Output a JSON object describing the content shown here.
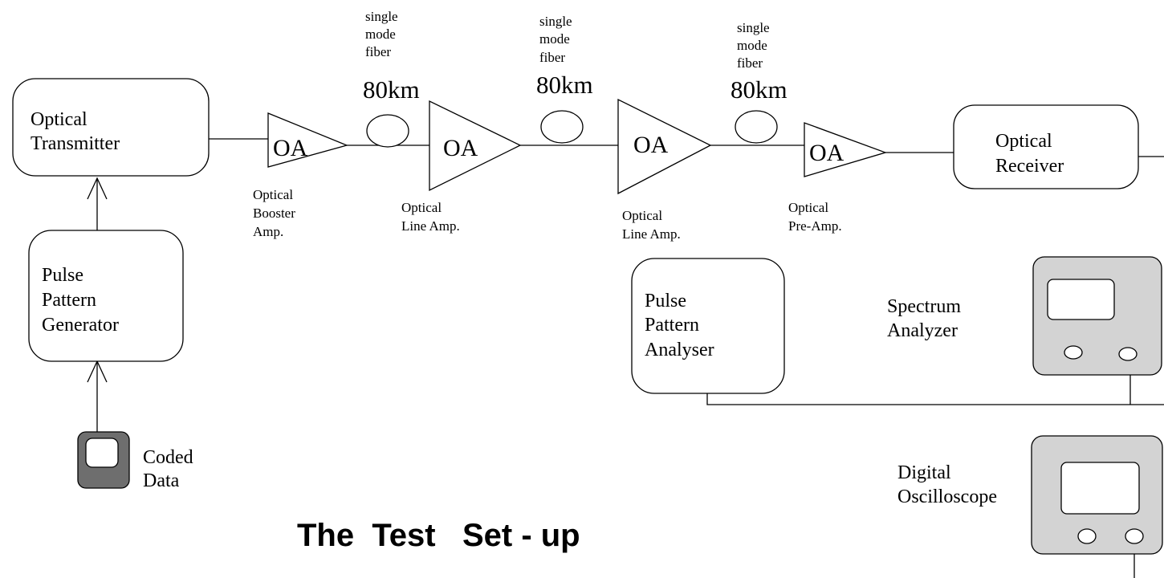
{
  "title": "The  Test   Set - up",
  "colors": {
    "stroke": "#000000",
    "instrument_fill": "#d3d3d3",
    "coded_data_fill": "#6e6e6e"
  },
  "fiber_spans": [
    {
      "type_lines": [
        "single",
        "mode",
        "fiber"
      ],
      "length": "80km"
    },
    {
      "type_lines": [
        "single",
        "mode",
        "fiber"
      ],
      "length": "80km"
    },
    {
      "type_lines": [
        "single",
        "mode",
        "fiber"
      ],
      "length": "80km"
    }
  ],
  "amplifiers": [
    {
      "label": "OA",
      "caption_lines": [
        "Optical",
        "Booster",
        "Amp."
      ]
    },
    {
      "label": "OA",
      "caption_lines": [
        "Optical",
        "Line Amp."
      ]
    },
    {
      "label": "OA",
      "caption_lines": [
        "Optical",
        "Line Amp."
      ]
    },
    {
      "label": "OA",
      "caption_lines": [
        "Optical",
        "Pre-Amp."
      ]
    }
  ],
  "blocks": {
    "transmitter": [
      "Optical",
      "Transmitter"
    ],
    "receiver": [
      "Optical",
      "Receiver"
    ],
    "pattern_generator": [
      "Pulse",
      "Pattern",
      "Generator"
    ],
    "pattern_analyser": [
      "Pulse",
      "Pattern",
      "Analyser"
    ],
    "coded_data": [
      "Coded",
      "Data"
    ],
    "spectrum_analyzer": [
      "Spectrum",
      "Analyzer"
    ],
    "oscilloscope": [
      "Digital",
      "Oscilloscope"
    ]
  }
}
